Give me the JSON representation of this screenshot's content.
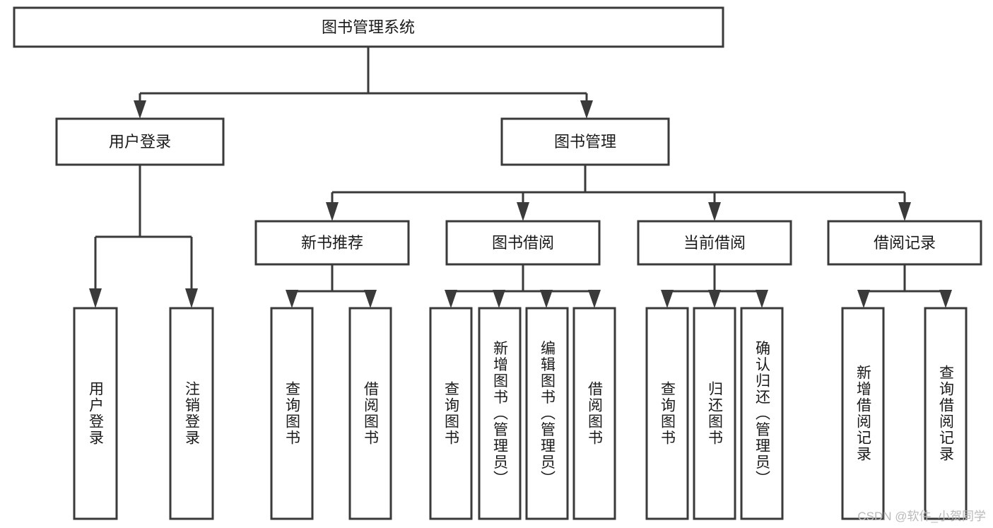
{
  "diagram": {
    "type": "tree-hierarchy-chart",
    "title": "图书管理系统",
    "watermark": "CSDN @软件_小贺同学",
    "colors": {
      "stroke": "#3a3a3a",
      "fill": "#ffffff",
      "text": "#1a1a1a",
      "watermark": "#b9b9b9"
    },
    "levels": {
      "root": {
        "label": "图书管理系统"
      },
      "level2": [
        {
          "label": "用户登录"
        },
        {
          "label": "图书管理"
        }
      ],
      "level3": [
        {
          "label": "新书推荐"
        },
        {
          "label": "图书借阅"
        },
        {
          "label": "当前借阅"
        },
        {
          "label": "借阅记录"
        }
      ],
      "leaves": [
        {
          "label": "用户登录",
          "parent": "用户登录"
        },
        {
          "label": "注销登录",
          "parent": "用户登录"
        },
        {
          "label": "查询图书",
          "parent": "新书推荐"
        },
        {
          "label": "借阅图书",
          "parent": "新书推荐"
        },
        {
          "label": "查询图书",
          "parent": "图书借阅"
        },
        {
          "label": "新增图书（管理员）",
          "parent": "图书借阅"
        },
        {
          "label": "编辑图书（管理员）",
          "parent": "图书借阅"
        },
        {
          "label": "借阅图书",
          "parent": "图书借阅"
        },
        {
          "label": "查询图书",
          "parent": "当前借阅"
        },
        {
          "label": "归还图书",
          "parent": "当前借阅"
        },
        {
          "label": "确认归还（管理员）",
          "parent": "当前借阅"
        },
        {
          "label": "新增借阅记录",
          "parent": "借阅记录"
        },
        {
          "label": "查询借阅记录",
          "parent": "借阅记录"
        }
      ]
    }
  }
}
